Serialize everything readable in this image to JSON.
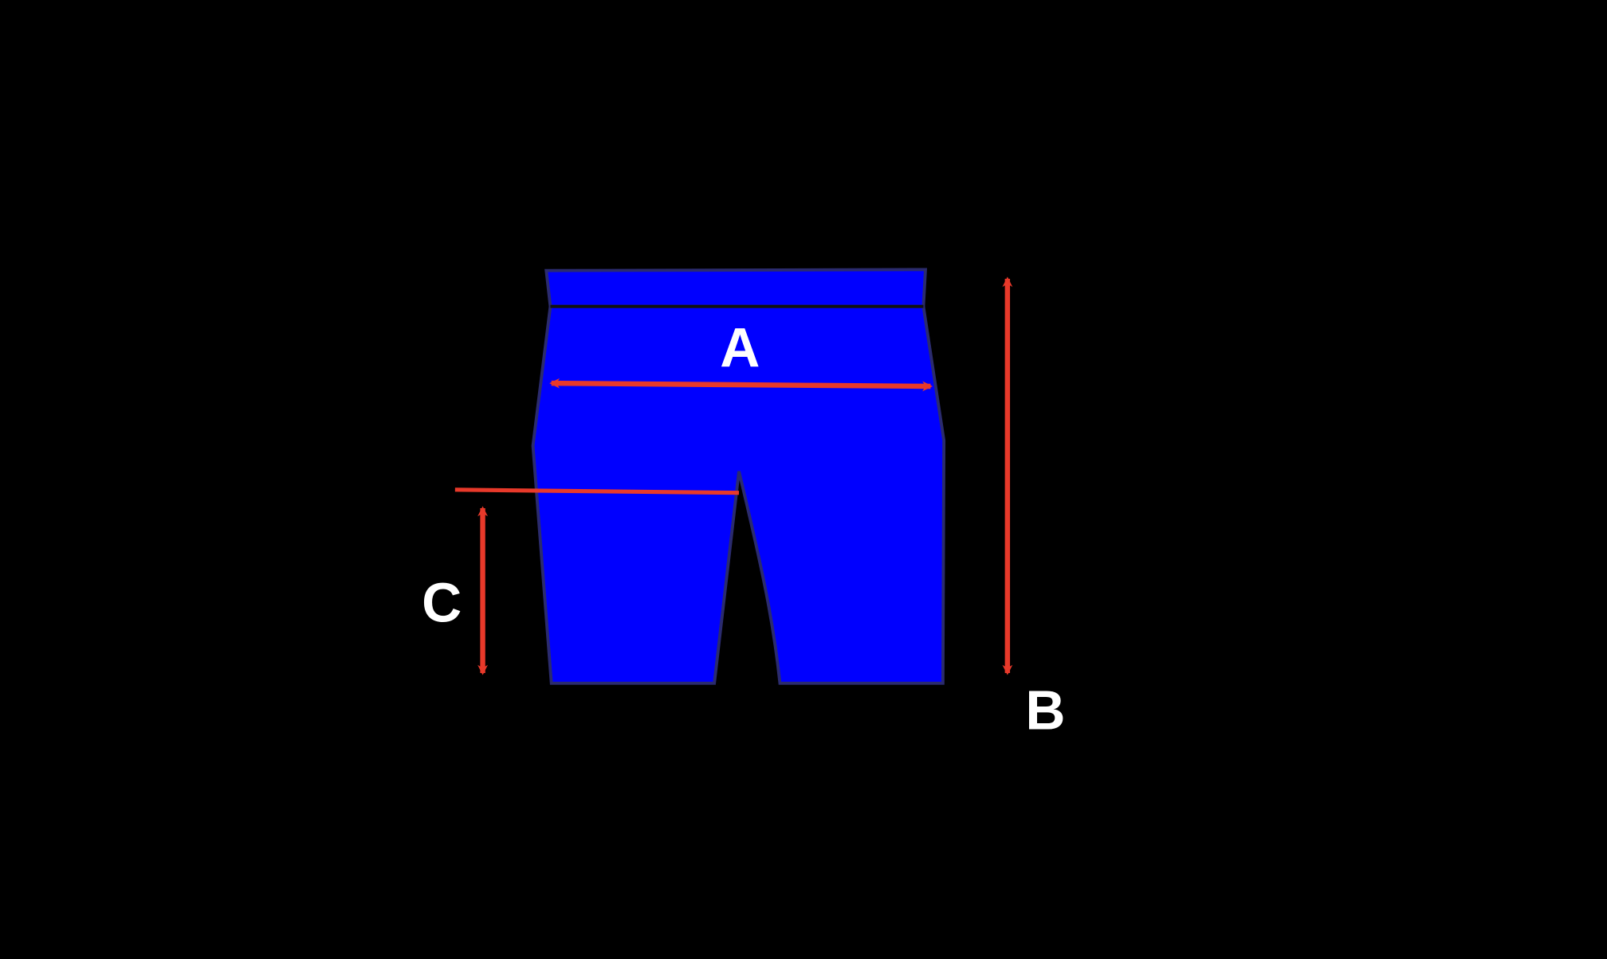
{
  "diagram": {
    "subject": "shorts",
    "labels": {
      "a": "A",
      "b": "B",
      "c": "C"
    },
    "colors": {
      "background": "#000000",
      "garment": "#0000ff",
      "outline": "#2b2b6e",
      "arrow": "#e8392a",
      "label": "#ffffff"
    }
  }
}
